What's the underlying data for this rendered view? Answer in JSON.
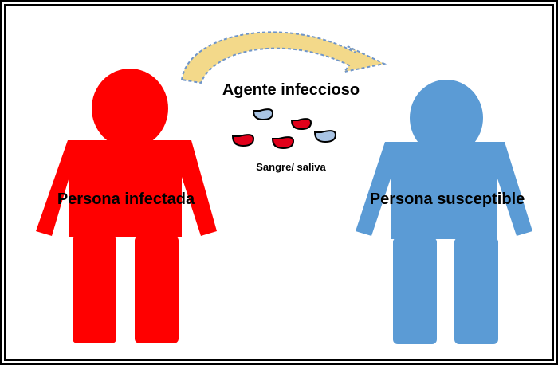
{
  "diagram": {
    "arrow_label": "Agente infeccioso",
    "droplets_label": "Sangre/ saliva",
    "source_person_label": "Persona infectada",
    "target_person_label": "Persona susceptible"
  },
  "colors": {
    "infected": "#ff0000",
    "susceptible": "#5b9bd5",
    "droplet_red": "#e0001a",
    "droplet_blue": "#a9c4e4",
    "arrow_fill": "#f3d98a",
    "arrow_stroke": "#6f95c9",
    "frame": "#000000"
  }
}
